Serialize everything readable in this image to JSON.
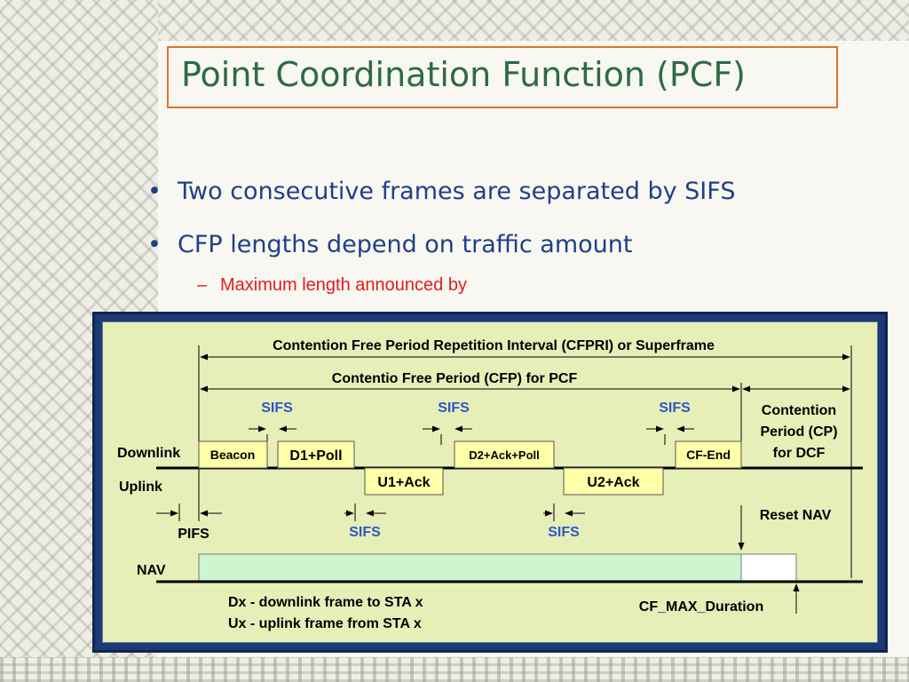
{
  "slide": {
    "title": "Point Coordination Function (PCF)",
    "bullets": [
      "Two consecutive frames are separated by SIFS",
      "CFP lengths depend on traffic amount"
    ],
    "bullet_marker": "•",
    "sub_bullet_marker": "–",
    "sub_bullet": "Maximum length announced by"
  },
  "diagram": {
    "cfpri_label": "Contention Free Period Repetition Interval (CFPRI) or Superframe",
    "cfp_label": "Contentio Free Period (CFP) for PCF",
    "cp_label_lines": [
      "Contention",
      "Period (CP)",
      "for DCF"
    ],
    "row_labels": {
      "downlink": "Downlink",
      "uplink": "Uplink",
      "nav": "NAV"
    },
    "frames": {
      "beacon": "Beacon",
      "d1": "D1+Poll",
      "d2": "D2+Ack+Poll",
      "cf_end": "CF-End",
      "u1": "U1+Ack",
      "u2": "U2+Ack"
    },
    "sifs": "SIFS",
    "pifs": "PIFS",
    "reset_nav": "Reset NAV",
    "cf_max_duration": "CF_MAX_Duration",
    "legend": [
      "Dx - downlink frame to STA x",
      "Ux - uplink frame from STA x"
    ],
    "colors": {
      "frame_fill": "#ffffa8",
      "nav_fill": "#ccf5d0",
      "diagram_bg": "#e6efb8",
      "sifs_text": "#2d57c6"
    }
  }
}
